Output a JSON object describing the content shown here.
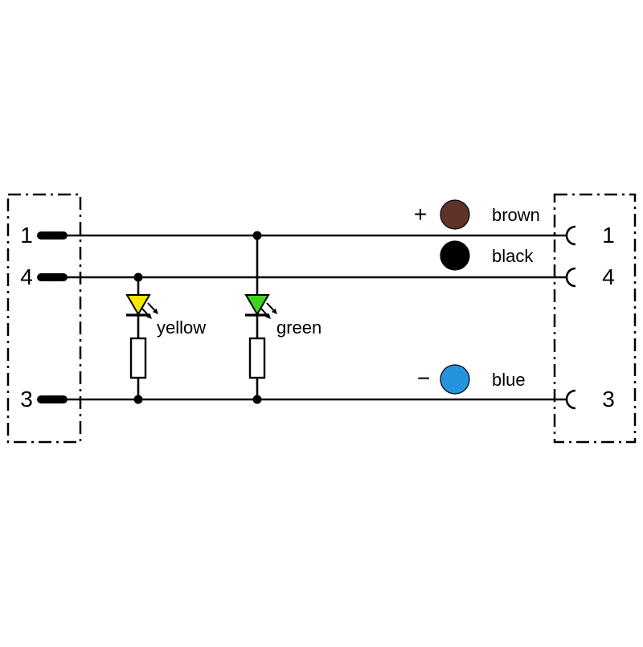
{
  "diagram": {
    "left_connector": {
      "pins": [
        "1",
        "4",
        "3"
      ]
    },
    "right_connector": {
      "pins": [
        "1",
        "4",
        "3"
      ]
    },
    "legend": [
      {
        "polarity": "+",
        "color_name": "brown",
        "hex": "#5f3428"
      },
      {
        "polarity": "",
        "color_name": "black",
        "hex": "#000000"
      },
      {
        "polarity": "−",
        "color_name": "blue",
        "hex": "#2593de"
      }
    ],
    "leds": [
      {
        "label": "yellow",
        "hex": "#f7e600"
      },
      {
        "label": "green",
        "hex": "#3fd321"
      }
    ]
  }
}
